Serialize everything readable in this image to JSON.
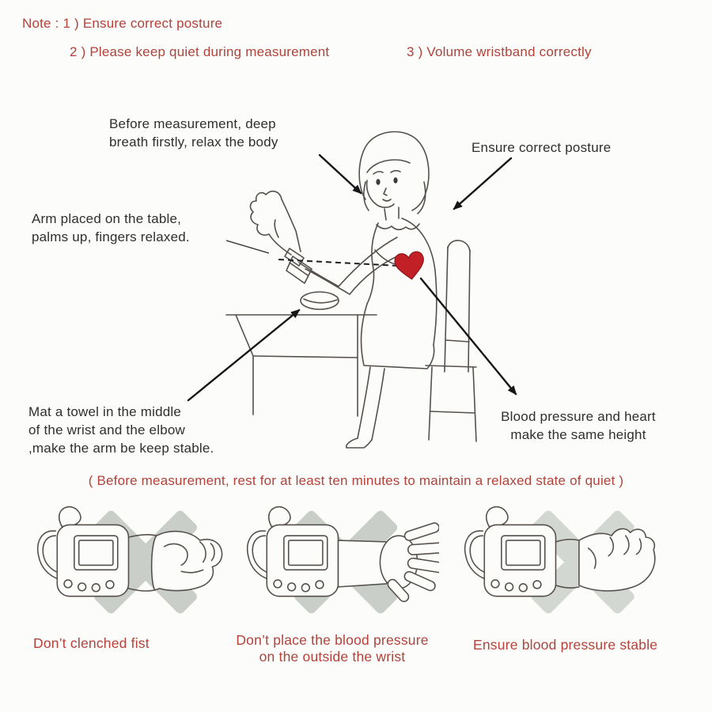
{
  "colors": {
    "accent_red": "#b2423a",
    "text_dark": "#2f2f2f",
    "line_gray": "#55504b",
    "xmark_gray": "#c9cec8",
    "heart_red": "#c22027",
    "background": "#fcfcfa"
  },
  "notes": {
    "item1": "Note : 1 ) Ensure correct posture",
    "item2": "2 ) Please keep quiet during measurement",
    "item3": "3 ) Volume wristband correctly"
  },
  "diagram": {
    "callouts": {
      "breath": "Before measurement, deep\nbreath firstly, relax the body",
      "posture": "Ensure correct posture",
      "arm": "Arm placed on the table,\npalms up, fingers relaxed.",
      "towel": "Mat a towel in the middle\nof the wrist and the elbow\n,make the arm be keep stable.",
      "heart": "Blood pressure and heart\nmake the same height"
    },
    "elements": {
      "heart_icon": "red-heart-at-chest-level",
      "dashed_line": "wrist-monitor-to-heart-level-line",
      "figure": "seated-woman-measuring-blood-pressure-at-table"
    }
  },
  "rest_note": "( Before measurement, rest for at least ten minutes to maintain a relaxed state of quiet )",
  "panels": [
    {
      "caption": "Don’t clenched fist",
      "illustration": "clenched-fist-with-wrist-monitor",
      "mark": "x-cross"
    },
    {
      "caption": "Don’t place the blood pressure\non the outside the wrist",
      "illustration": "monitor-placed-on-outside-of-wrist",
      "mark": "x-cross"
    },
    {
      "caption": "Ensure blood pressure stable",
      "illustration": "relaxed-open-hand-with-wrist-monitor",
      "mark": "x-cross"
    }
  ]
}
